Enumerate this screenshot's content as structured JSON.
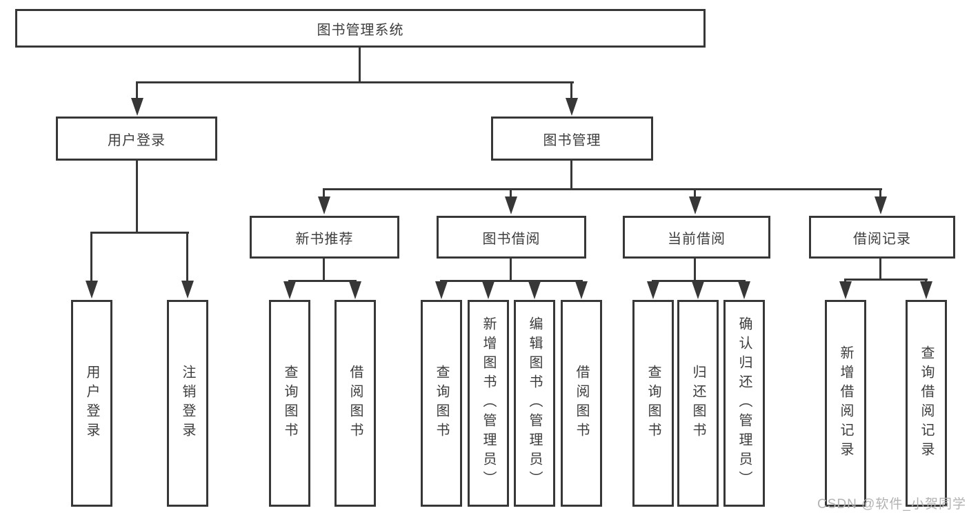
{
  "diagram": {
    "root": "图书管理系统",
    "level2": [
      {
        "label": "用户登录",
        "children": [
          "用户登录",
          "注销登录"
        ]
      },
      {
        "label": "图书管理"
      }
    ],
    "level3": [
      {
        "label": "新书推荐",
        "children": [
          "查询图书",
          "借阅图书"
        ]
      },
      {
        "label": "图书借阅",
        "children": [
          "查询图书",
          "新增图书（管理员）",
          "编辑图书（管理员）",
          "借阅图书"
        ]
      },
      {
        "label": "当前借阅",
        "children": [
          "查询图书",
          "归还图书",
          "确认归还（管理员）"
        ]
      },
      {
        "label": "借阅记录",
        "children": [
          "新增借阅记录",
          "查询借阅记录"
        ]
      }
    ]
  },
  "watermark": {
    "text": "CSDN @软件_小贺同学"
  },
  "colors": {
    "line": "#373737",
    "text": "#3d3d3d",
    "background": "#ffffff",
    "watermark": "#b2b2b2"
  }
}
